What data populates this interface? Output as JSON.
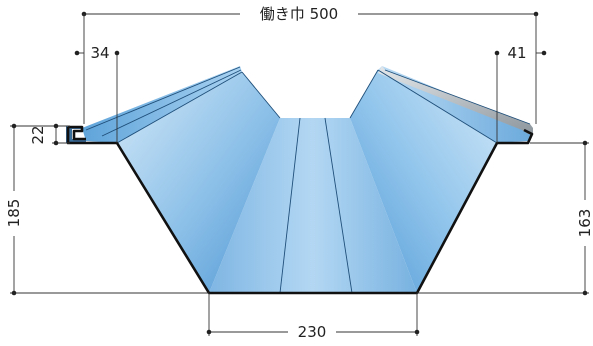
{
  "dimensions": {
    "effective_width": "働き巾 500",
    "left_edge": "34",
    "right_edge": "41",
    "lip_height": "22",
    "left_height": "185",
    "right_height": "163",
    "bottom_width": "230"
  },
  "colors": {
    "panel_light": "#c9e2f6",
    "panel_mid": "#8fc3ea",
    "panel_dark": "#4f97d4",
    "seam_metal": "#9aa3aa"
  }
}
